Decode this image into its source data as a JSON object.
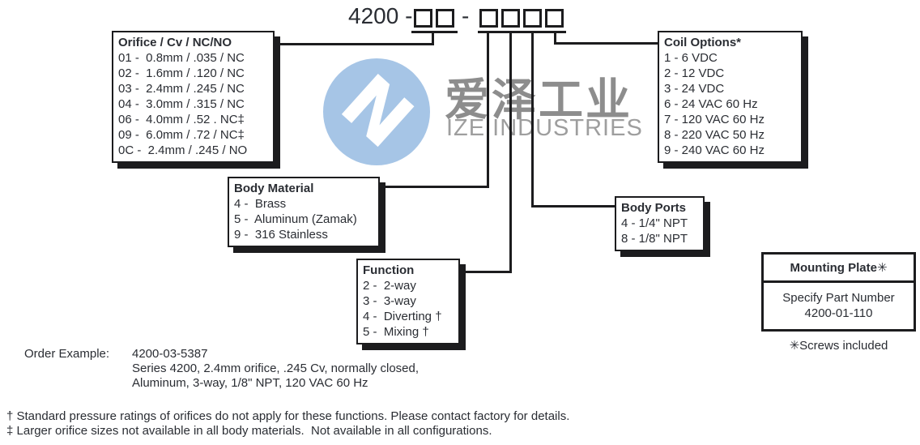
{
  "colors": {
    "ink": "#2a2d33",
    "line_black": "#1c1c1e",
    "logo_blue": "#a6c5e6",
    "watermark_gray": "#8d8d8d"
  },
  "code_header": {
    "prefix_display": "4200 -",
    "separator": "-",
    "group1_box_count": 2,
    "group2_box_count": 4
  },
  "watermark": {
    "chinese": "爱泽工业",
    "latin": "IZE INDUSTRIES",
    "logo_letter": "N"
  },
  "callouts": {
    "orifice": {
      "title": "Orifice / Cv / NC/NO",
      "items": [
        "01 -  0.8mm / .035 / NC",
        "02 -  1.6mm / .120 / NC",
        "03 -  2.4mm / .245 / NC",
        "04 -  3.0mm / .315 / NC",
        "06 -  4.0mm / .52 . NC‡",
        "09 -  6.0mm / .72 / NC‡",
        "0C -  2.4mm / .245 / NO"
      ]
    },
    "body_material": {
      "title": "Body Material",
      "items": [
        "4 -  Brass",
        "5 -  Aluminum (Zamak)",
        "9 -  316 Stainless"
      ]
    },
    "function": {
      "title": "Function",
      "items": [
        "2 -  2-way",
        "3 -  3-way",
        "4 -  Diverting †",
        "5 -  Mixing †"
      ]
    },
    "body_ports": {
      "title": "Body Ports",
      "items": [
        "4 - 1/4\" NPT",
        "8 - 1/8\" NPT"
      ]
    },
    "coil_options": {
      "title": "Coil Options*",
      "items": [
        "1 - 6 VDC",
        "2 - 12 VDC",
        "3 - 24 VDC",
        "6 - 24 VAC 60 Hz",
        "7 - 120 VAC 60 Hz",
        "8 - 220 VAC 50 Hz",
        "9 - 240 VAC 60 Hz"
      ]
    }
  },
  "mounting_plate": {
    "title": "Mounting Plate✳",
    "line1": "Specify Part Number",
    "line2": "4200-01-110",
    "note": "✳Screws included"
  },
  "order_example": {
    "label": "Order Example:",
    "code": "4200-03-5387",
    "description_line1": "Series 4200, 2.4mm orifice, .245 Cv, normally closed,",
    "description_line2": "Aluminum, 3-way, 1/8\" NPT, 120 VAC 60 Hz"
  },
  "footnotes": {
    "dagger": "† Standard pressure ratings of orifices do not apply for these functions. Please contact factory for details.",
    "double_dagger": "‡ Larger orifice sizes not available in all body materials.  Not available in all configurations."
  }
}
